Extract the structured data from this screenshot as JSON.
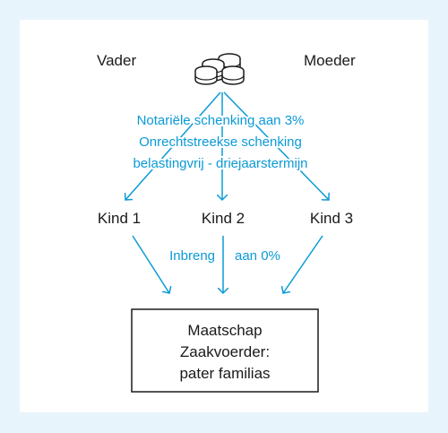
{
  "parents": {
    "father": "Vader",
    "mother": "Moeder"
  },
  "gift_notes": [
    "Notariële schenking aan 3%",
    "Onrechtstreekse schenking",
    "belastingvrij - driejaarstermijn"
  ],
  "children": [
    "Kind 1",
    "Kind 2",
    "Kind 3"
  ],
  "contribution": {
    "left": "Inbreng",
    "right": "aan 0%"
  },
  "partnership": {
    "lines": [
      "Maatschap",
      "Zaakvoerder:",
      "pater familias"
    ]
  },
  "icon": "coin-stack-icon",
  "colors": {
    "background": "#e8f4fb",
    "accent": "#0a9ad6",
    "text": "#1a1a1a"
  }
}
